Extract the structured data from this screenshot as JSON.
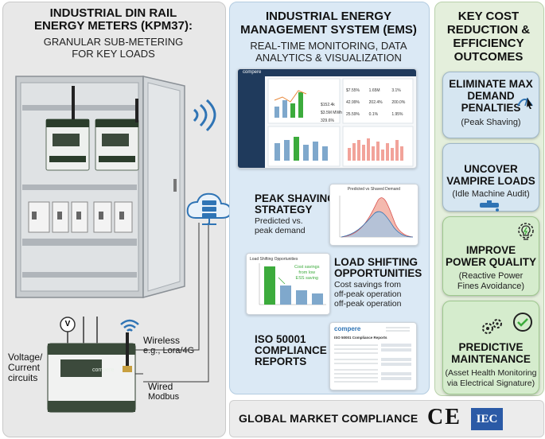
{
  "left_panel": {
    "title_lines": [
      "INDUSTRIAL DIN RAIL",
      "ENERGY METERS (KPM37):"
    ],
    "subtitle_lines": [
      "GRANULAR SUB-METERING",
      "FOR KEY LOADS"
    ],
    "voltage_label_lines": [
      "Voltage/",
      "Current",
      "circuits"
    ],
    "wireless_label": "Wireless",
    "wireless_sub": "e.g., Lora/4G",
    "wired_label": "Wired",
    "wired_sub": "Modbus",
    "meter_brand": "compere",
    "voltmeter_symbol": "V"
  },
  "middle_panel": {
    "title_lines": [
      "INDUSTRIAL ENERGY",
      "MANAGEMENT SYSTEM (EMS)"
    ],
    "subtitle_lines": [
      "REAL-TIME MONITORING, DATA",
      "ANALYTICS & VISUALIZATION"
    ],
    "dashboard": {
      "brand": "compere",
      "kpis": [
        "$152.4k",
        "$3.5M MWh",
        "329.6%"
      ],
      "stats": [
        "$7.55%",
        "1.65M",
        "3.1%",
        "42.99%",
        "202.4%",
        "200.0%",
        "25.59%",
        "0.1%",
        "1.95%"
      ]
    },
    "sections": [
      {
        "title_lines": [
          "PEAK SHAVING",
          "STRATEGY"
        ],
        "desc_lines": [
          "Predicted vs.",
          "peak demand"
        ]
      },
      {
        "title_lines": [
          "LOAD SHIFTING",
          "OPPORTUNITIES"
        ],
        "desc_lines": [
          "Cost savings from",
          "off-peak operation",
          "off-peak operation"
        ]
      },
      {
        "title_lines": [
          "ISO 50001",
          "COMPLIANCE",
          "REPORTS"
        ],
        "desc_lines": []
      }
    ],
    "peak_chart_title": "Predicted vs Shaved Demand",
    "load_chart": {
      "title": "Load Shifting Opportunities",
      "annotation_lines": [
        "Cost savings",
        "from low",
        "ESS saving"
      ]
    },
    "report": {
      "brand": "compere",
      "title": "ISO 50001 Compliance Reports"
    }
  },
  "right_panel": {
    "title_lines": [
      "KEY COST",
      "REDUCTION &",
      "EFFICIENCY",
      "OUTCOMES"
    ],
    "outcomes": [
      {
        "title_lines": [
          "ELIMINATE MAX",
          "DEMAND",
          "PENALTIES"
        ],
        "desc_lines": [
          "(Peak Shaving)"
        ],
        "icon": "cursor-meter-icon"
      },
      {
        "title_lines": [
          "UNCOVER",
          "VAMPIRE LOADS"
        ],
        "desc_lines": [
          "(Idle Machine Audit)"
        ],
        "icon": "faucet-icon"
      },
      {
        "title_lines": [
          "IMPROVE",
          "POWER QUALITY"
        ],
        "desc_lines": [
          "(Reactive Power",
          "Fines Avoidance)"
        ],
        "icon": "lightbulb-gear-icon"
      },
      {
        "title_lines": [
          "PREDICTIVE",
          "MAINTENANCE"
        ],
        "desc_lines": [
          "(Asset Health Monitoring",
          "via Electrical Signature)"
        ],
        "icon": "gears-check-icon"
      }
    ]
  },
  "footer": {
    "label": "GLOBAL MARKET COMPLIANCE",
    "ce_mark": "CE",
    "iec_mark": "IEC"
  },
  "colors": {
    "left_bg": "#e8e8e8",
    "middle_bg": "#dbe9f5",
    "right_bg": "#e4efdc",
    "outcome_blue": "#d6e6f1",
    "outcome_green": "#d5eccd",
    "accent_green": "#3cab3c",
    "accent_blue": "#2f74b5"
  }
}
